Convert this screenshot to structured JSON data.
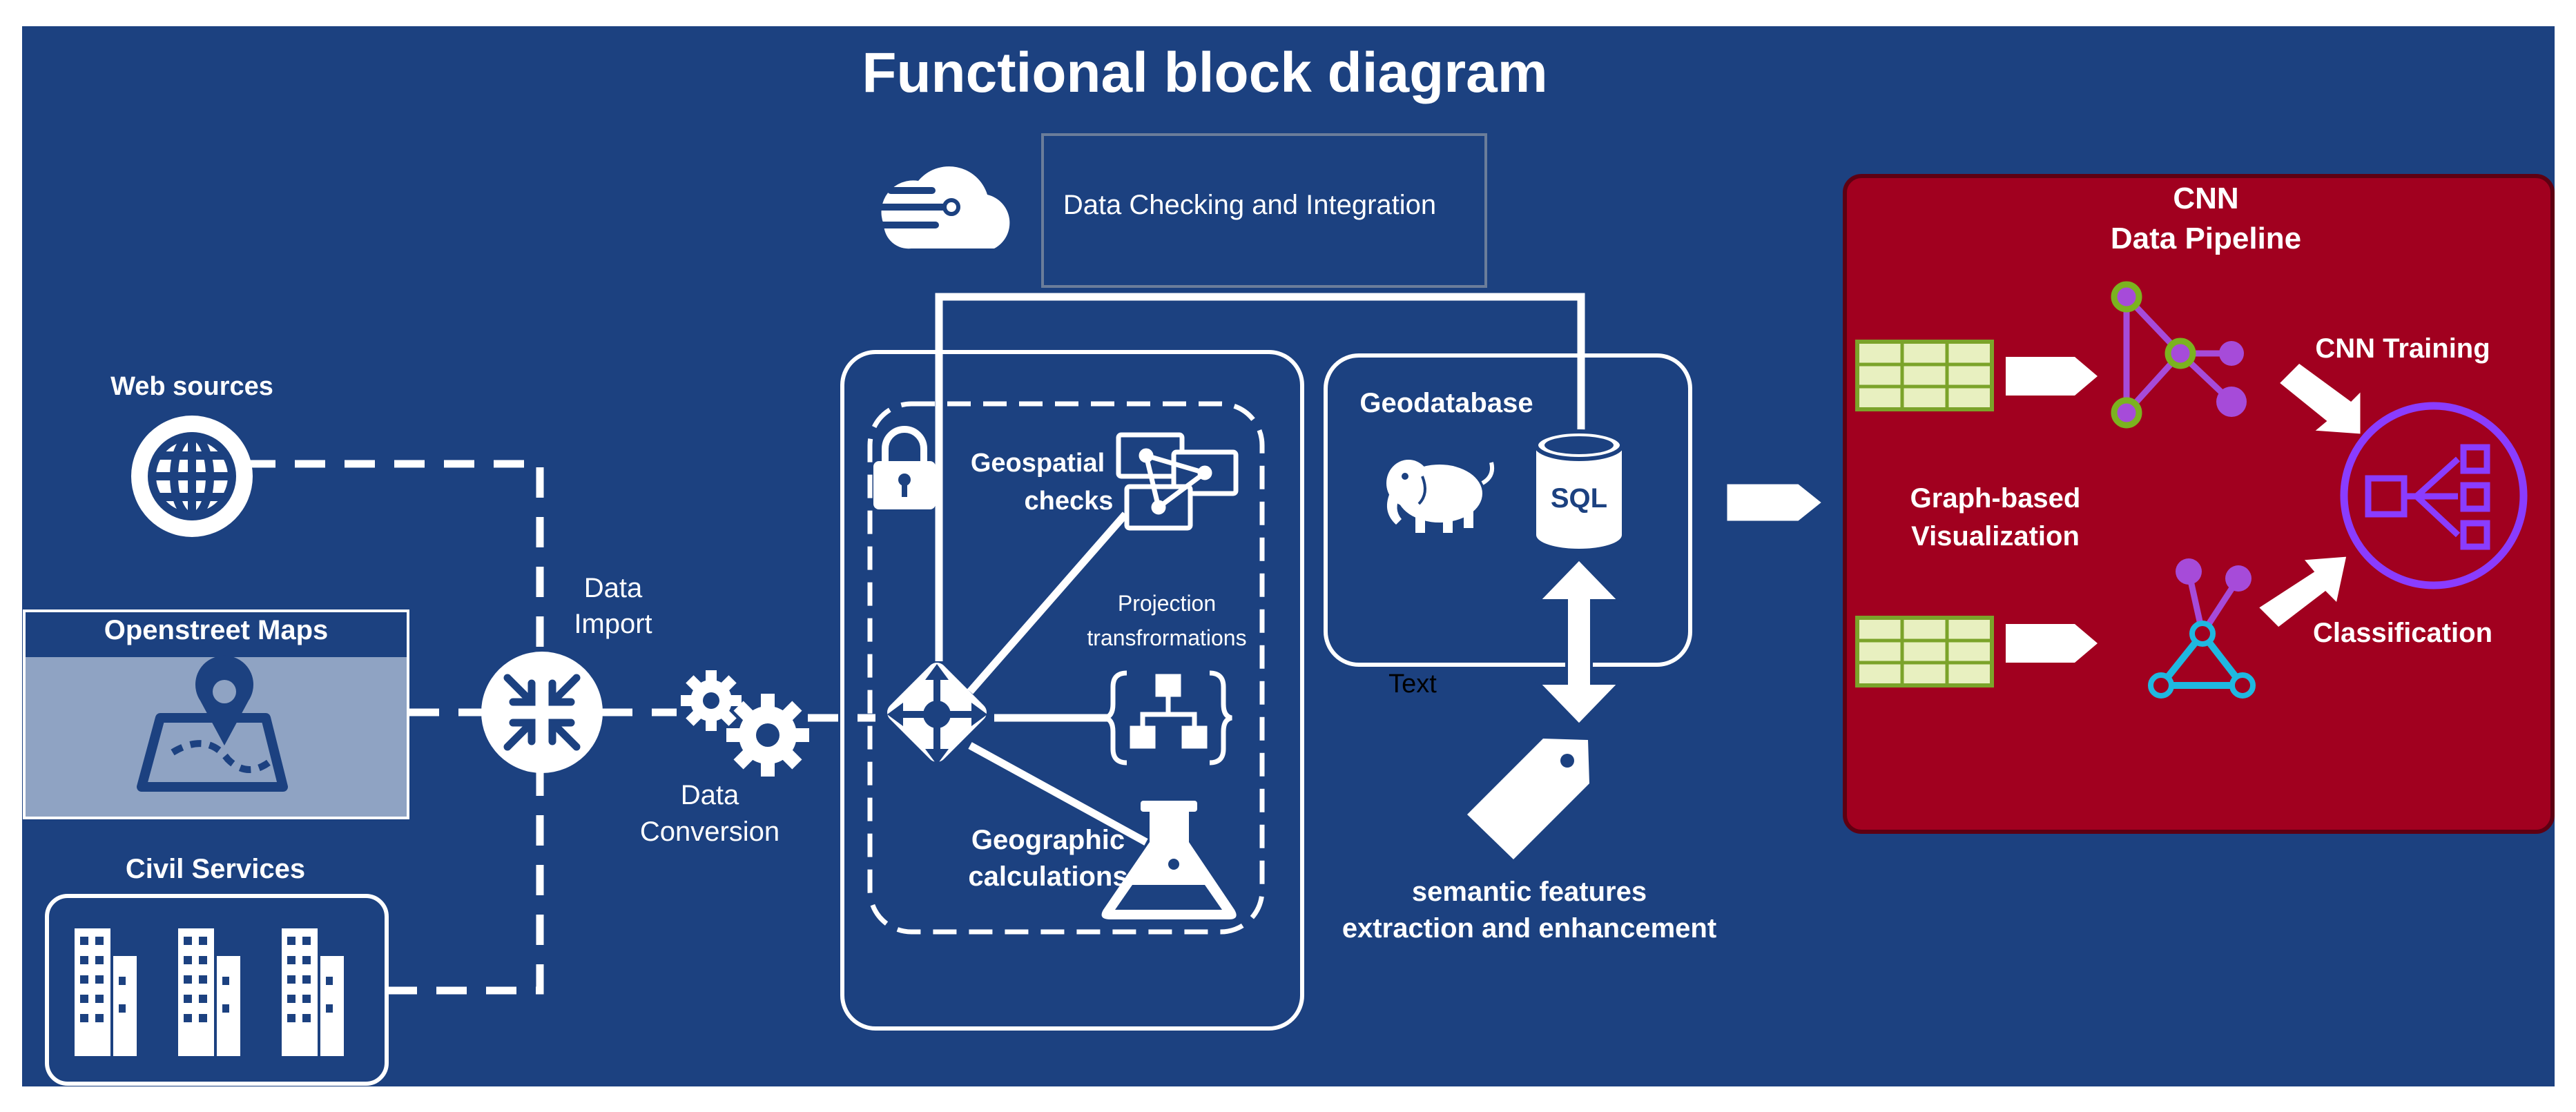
{
  "title": "Functional block diagram",
  "sources": {
    "web_label": "Web sources",
    "osm_label": "Openstreet Maps",
    "civil_label": "Civil Services"
  },
  "import": {
    "line1": "Data",
    "line2": "Import"
  },
  "conversion": {
    "line1": "Data",
    "line2": "Conversion"
  },
  "checking": {
    "label": "Data Checking and Integration"
  },
  "processing": {
    "geospatial_line1": "Geospatial",
    "geospatial_line2": "checks",
    "projection_line1": "Projection",
    "projection_line2": "transfrormations",
    "calc_line1": "Geographic",
    "calc_line2": "calculations"
  },
  "geodatabase": {
    "label": "Geodatabase",
    "sql": "SQL",
    "text": "Text"
  },
  "semantic": {
    "line1": "semantic features",
    "line2": "extraction and enhancement"
  },
  "cnn": {
    "title_line1": "CNN",
    "title_line2": "Data Pipeline",
    "graph_line1": "Graph-based",
    "graph_line2": "Visualization",
    "training": "CNN Training",
    "classification": "Classification"
  },
  "colors": {
    "background": "#1c4180",
    "panel_red": "#a1001f",
    "map_panel": "#8fa3c3",
    "table_green": "#e8f0c0",
    "graph_purple": "#a64bd9",
    "graph_green": "#7bb31f",
    "graph_cyan": "#1fb8e0",
    "ai_purple": "#8a3cff"
  }
}
